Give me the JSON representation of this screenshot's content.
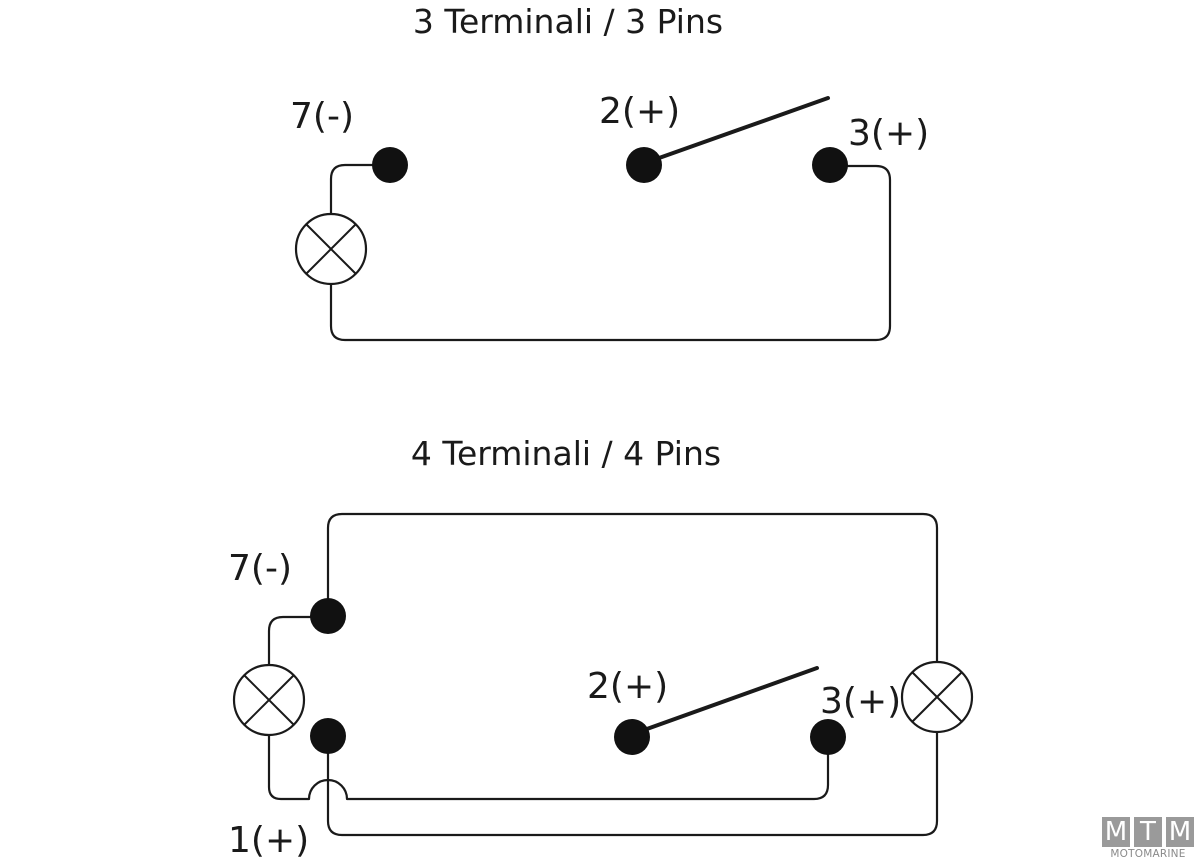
{
  "diagrams": [
    {
      "title": "3 Terminali / 3 Pins",
      "pins": [
        {
          "label": "7(-)"
        },
        {
          "label": "2(+)"
        },
        {
          "label": "3(+)"
        }
      ],
      "lamps": 1,
      "switch": "open lever from pin 2 toward pin 3"
    },
    {
      "title": "4 Terminali / 4 Pins",
      "pins": [
        {
          "label": "7(-)"
        },
        {
          "label": "1(+)"
        },
        {
          "label": "2(+)"
        },
        {
          "label": "3(+)"
        }
      ],
      "lamps": 2,
      "switch": "open lever from pin 2 toward pin 3"
    }
  ],
  "logo": {
    "letters": [
      "M",
      "T",
      "M"
    ],
    "text": "MOTOMARINE"
  },
  "colors": {
    "ink": "#1a1a1a",
    "pin": "#111111",
    "logo_gray": "#9a9a9a"
  }
}
